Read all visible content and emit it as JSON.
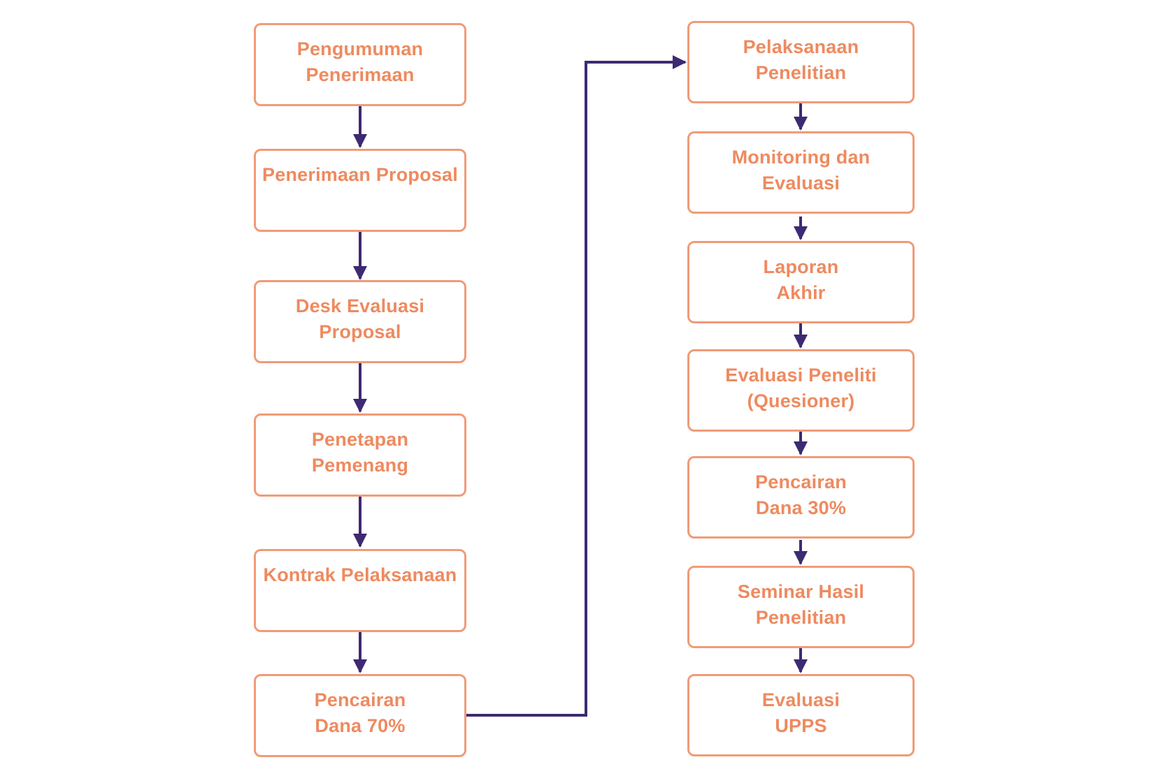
{
  "diagram": {
    "type": "flowchart",
    "columns": [
      {
        "name": "left",
        "node_ids": [
          "l1",
          "l2",
          "l3",
          "l4",
          "l5",
          "l6"
        ]
      },
      {
        "name": "right",
        "node_ids": [
          "r1",
          "r2",
          "r3",
          "r4",
          "r5",
          "r6",
          "r7"
        ]
      }
    ],
    "edges": [
      {
        "from": "l1",
        "to": "l2",
        "type": "straight-down"
      },
      {
        "from": "l2",
        "to": "l3",
        "type": "straight-down"
      },
      {
        "from": "l3",
        "to": "l4",
        "type": "straight-down"
      },
      {
        "from": "l4",
        "to": "l5",
        "type": "straight-down"
      },
      {
        "from": "l5",
        "to": "l6",
        "type": "straight-down"
      },
      {
        "from": "l6",
        "to": "r1",
        "type": "elbow-right-up-right"
      },
      {
        "from": "r1",
        "to": "r2",
        "type": "straight-down"
      },
      {
        "from": "r2",
        "to": "r3",
        "type": "straight-down"
      },
      {
        "from": "r3",
        "to": "r4",
        "type": "straight-down"
      },
      {
        "from": "r4",
        "to": "r5",
        "type": "straight-down"
      },
      {
        "from": "r5",
        "to": "r6",
        "type": "straight-down"
      },
      {
        "from": "r6",
        "to": "r7",
        "type": "straight-down"
      }
    ]
  },
  "nodes": {
    "l1": {
      "label": "Pengumuman\nPenerimaan"
    },
    "l2": {
      "label": "Penerimaan Proposal"
    },
    "l3": {
      "label": "Desk Evaluasi\nProposal"
    },
    "l4": {
      "label": "Penetapan\nPemenang"
    },
    "l5": {
      "label": "Kontrak Pelaksanaan"
    },
    "l6": {
      "label": "Pencairan\nDana 70%"
    },
    "r1": {
      "label": "Pelaksanaan\nPenelitian"
    },
    "r2": {
      "label": "Monitoring dan\nEvaluasi"
    },
    "r3": {
      "label": "Laporan\nAkhir"
    },
    "r4": {
      "label": "Evaluasi Peneliti\n(Quesioner)"
    },
    "r5": {
      "label": "Pencairan\nDana 30%"
    },
    "r6": {
      "label": "Seminar Hasil\nPenelitian"
    },
    "r7": {
      "label": "Evaluasi\nUPPS"
    }
  },
  "colors": {
    "box_border": "#F09B78",
    "box_text": "#EE8A5F",
    "arrow": "#3D2A72",
    "background": "#FFFFFF"
  }
}
